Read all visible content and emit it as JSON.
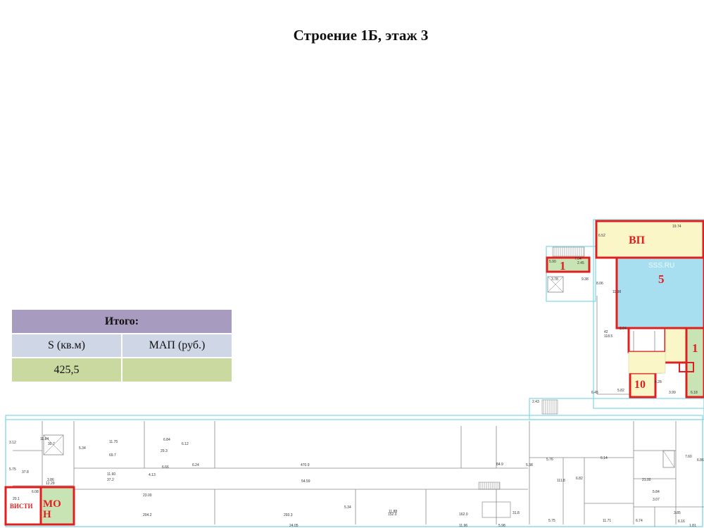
{
  "title": "Строение 1Б, этаж 3",
  "summary": {
    "header": "Итого:",
    "col_area": "S (кв.м)",
    "col_price": "МАП (руб.)",
    "area_value": "425,5",
    "price_value": ""
  },
  "plan": {
    "watermark": "SSS.RU",
    "colors": {
      "yellow_room": "#fbf6c8",
      "blue_room": "#a8dff0",
      "green_room": "#c9e4b4",
      "highlight": "#e02020",
      "outline": "#7fd6e6"
    },
    "rooms": [
      {
        "id": "room-vp",
        "label": "ВП",
        "size": 16
      },
      {
        "id": "room-1-upper",
        "label": "1",
        "size": 17
      },
      {
        "id": "room-5",
        "label": "5",
        "size": 17
      },
      {
        "id": "room-1-right",
        "label": "1",
        "size": 17
      },
      {
        "id": "room-10",
        "label": "10",
        "size": 16
      },
      {
        "id": "room-visti",
        "label": "ВИСТИ",
        "size": 9
      },
      {
        "id": "room-mon",
        "label": "МО\nН",
        "size": 15
      }
    ],
    "labels": [
      {
        "t": "19.74"
      },
      {
        "t": "6.52"
      },
      {
        "t": "7.04"
      },
      {
        "t": "2.45"
      },
      {
        "t": "5.90"
      },
      {
        "t": "9.38"
      },
      {
        "t": "8.06"
      },
      {
        "t": "3.78"
      },
      {
        "t": "11.98"
      },
      {
        "t": "42"
      },
      {
        "t": "118.5"
      },
      {
        "t": "2.04"
      },
      {
        "t": "6.45"
      },
      {
        "t": "5.82"
      },
      {
        "t": "3.99"
      },
      {
        "t": "4.28"
      },
      {
        "t": "6.18"
      },
      {
        "t": "2.43"
      },
      {
        "t": "11.84"
      },
      {
        "t": "30.7"
      },
      {
        "t": "3.12"
      },
      {
        "t": "5.75"
      },
      {
        "t": "37.8"
      },
      {
        "t": "6.08"
      },
      {
        "t": "12.29"
      },
      {
        "t": "3.86"
      },
      {
        "t": "5.34"
      },
      {
        "t": "11.75"
      },
      {
        "t": "69.7"
      },
      {
        "t": "6.84"
      },
      {
        "t": "29.3"
      },
      {
        "t": "6.12"
      },
      {
        "t": "11.60"
      },
      {
        "t": "37.2"
      },
      {
        "t": "6.66"
      },
      {
        "t": "4.13"
      },
      {
        "t": "6.24"
      },
      {
        "t": "470.9"
      },
      {
        "t": "54.59"
      },
      {
        "t": "23.00"
      },
      {
        "t": "204.2"
      },
      {
        "t": "293.3"
      },
      {
        "t": "5.34"
      },
      {
        "t": "152.0"
      },
      {
        "t": "162.0"
      },
      {
        "t": "31.8"
      },
      {
        "t": "24.05"
      },
      {
        "t": "11.88"
      },
      {
        "t": "11.96"
      },
      {
        "t": "5.98"
      },
      {
        "t": "84.9"
      },
      {
        "t": "5.38"
      },
      {
        "t": "5.76"
      },
      {
        "t": "111.8"
      },
      {
        "t": "6.82"
      },
      {
        "t": "6.14"
      },
      {
        "t": "5.75"
      },
      {
        "t": "11.71"
      },
      {
        "t": "7.60"
      },
      {
        "t": "6.86"
      },
      {
        "t": "21.00"
      },
      {
        "t": "5.84"
      },
      {
        "t": "3.07"
      },
      {
        "t": "1.81"
      },
      {
        "t": "3.85"
      },
      {
        "t": "6.74"
      },
      {
        "t": "6.16"
      },
      {
        "t": "20.1"
      }
    ]
  }
}
